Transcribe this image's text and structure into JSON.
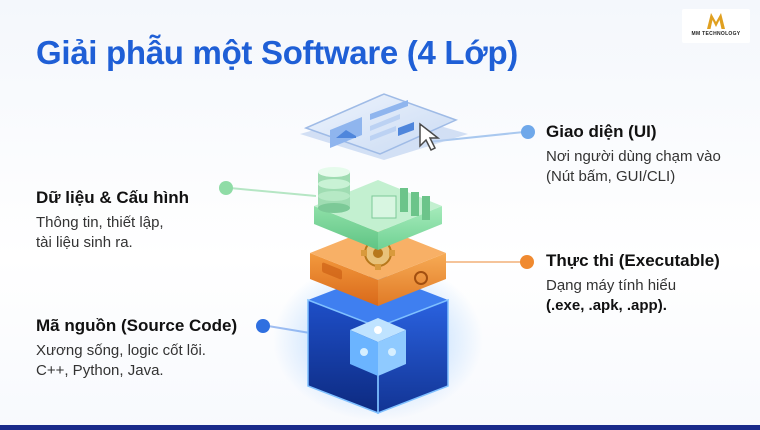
{
  "title": "Giải phẫu một Software (4 Lớp)",
  "logo": {
    "text": "MM TECHNOLOGY",
    "accent": "#e0a020"
  },
  "layers": {
    "ui": {
      "heading": "Giao diện (UI)",
      "line1": "Nơi người dùng chạm vào",
      "line2": "(Nút bấm, GUI/CLI)",
      "color": "#5b9be6",
      "icon": "window-icon"
    },
    "data": {
      "heading": "Dữ liệu & Cấu hình",
      "line1": "Thông tin, thiết lập,",
      "line2": "tài liệu sinh ra.",
      "color": "#7fd39a",
      "icon": "database-icon"
    },
    "exec": {
      "heading": "Thực thi (Executable)",
      "line1": "Dạng máy tính hiểu",
      "line2": "(.exe, .apk, .app).",
      "color": "#f08a30",
      "icon": "gear-icon"
    },
    "src": {
      "heading": "Mã nguồn (Source Code)",
      "line1": "Xương sống, logic cốt lõi.",
      "line2": "C++, Python, Java.",
      "color": "#2f6fe0",
      "icon": "puzzle-cube-icon"
    }
  }
}
